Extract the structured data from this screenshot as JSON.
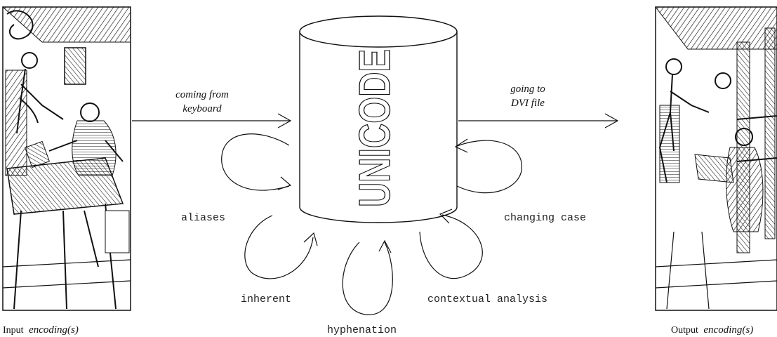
{
  "center": {
    "label": "UNICODE"
  },
  "arrows": {
    "in_line1": "coming from",
    "in_line2": "keyboard",
    "out_line1": "going to",
    "out_line2": "DVI file"
  },
  "processes": {
    "aliases": "aliases",
    "inherent": "inherent",
    "hyphenation": "hyphenation",
    "contextual": "contextual analysis",
    "changing_case": "changing case"
  },
  "captions": {
    "input_plain": "Input",
    "input_italic": "encoding(s)",
    "output_plain": "Output",
    "output_italic": "encoding(s)"
  }
}
